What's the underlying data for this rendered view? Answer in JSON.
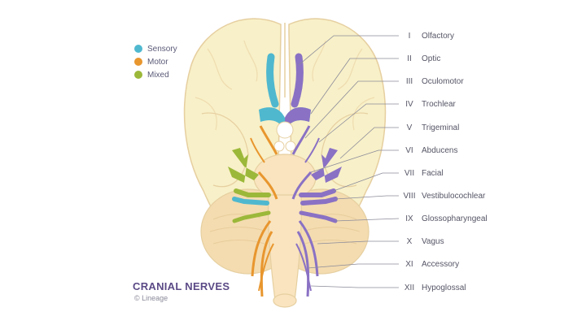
{
  "colors": {
    "sensory": "#4fb8cf",
    "motor": "#e8962e",
    "mixed": "#9cb83a",
    "brain_fill": "#f8f0c8",
    "brain_stroke": "#e6cfa0",
    "cerebellum": "#f4dcb0",
    "brainstem": "#f9e4bf",
    "purple": "#8a71c4",
    "title": "#5b4a86"
  },
  "legend": [
    {
      "label": "Sensory",
      "color_key": "sensory"
    },
    {
      "label": "Motor",
      "color_key": "motor"
    },
    {
      "label": "Mixed",
      "color_key": "mixed"
    }
  ],
  "title": "CRANIAL NERVES",
  "credit": "© Lineage",
  "nerves": [
    {
      "numeral": "I",
      "name": "Olfactory"
    },
    {
      "numeral": "II",
      "name": "Optic"
    },
    {
      "numeral": "III",
      "name": "Oculomotor"
    },
    {
      "numeral": "IV",
      "name": "Trochlear"
    },
    {
      "numeral": "V",
      "name": "Trigeminal"
    },
    {
      "numeral": "VI",
      "name": "Abducens"
    },
    {
      "numeral": "VII",
      "name": "Facial"
    },
    {
      "numeral": "VIII",
      "name": "Vestibulocochlear"
    },
    {
      "numeral": "IX",
      "name": "Glossopharyngeal"
    },
    {
      "numeral": "X",
      "name": "Vagus"
    },
    {
      "numeral": "XI",
      "name": "Accessory"
    },
    {
      "numeral": "XII",
      "name": "Hypoglossal"
    }
  ]
}
